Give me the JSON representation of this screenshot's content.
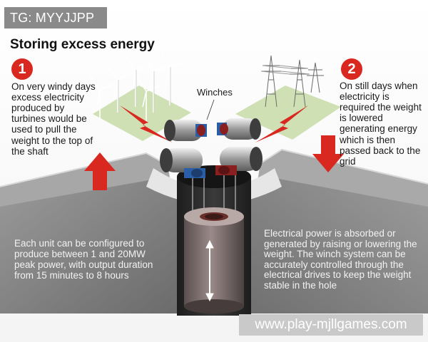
{
  "watermark_top": "TG: MYYJJPP",
  "watermark_bottom": "www.play-mjllgames.com",
  "title": "Storing excess energy",
  "step1": {
    "number": "1",
    "text": "On very windy days excess electricity produced by turbines would be used to pull the weight to the top of the shaft"
  },
  "step2": {
    "number": "2",
    "text": "On still days when electricity is required the weight is lowered generating energy which is then passed back to the grid"
  },
  "winches_label": "Winches",
  "unit_text": "Each unit can be configured to produce between 1 and 20MW peak power, with output duration from 15 minutes to 8 hours",
  "power_text": "Electrical power is absorbed or generated by raising or lowering the weight.  The winch system can be accurately controlled through the electrical drives to keep the weight stable in the hole",
  "colors": {
    "accent_red": "#d9281f",
    "ground_grey": "#8f8f8f",
    "field_green": "#cfe0b4",
    "shaft_dark": "#2a2a2a"
  }
}
